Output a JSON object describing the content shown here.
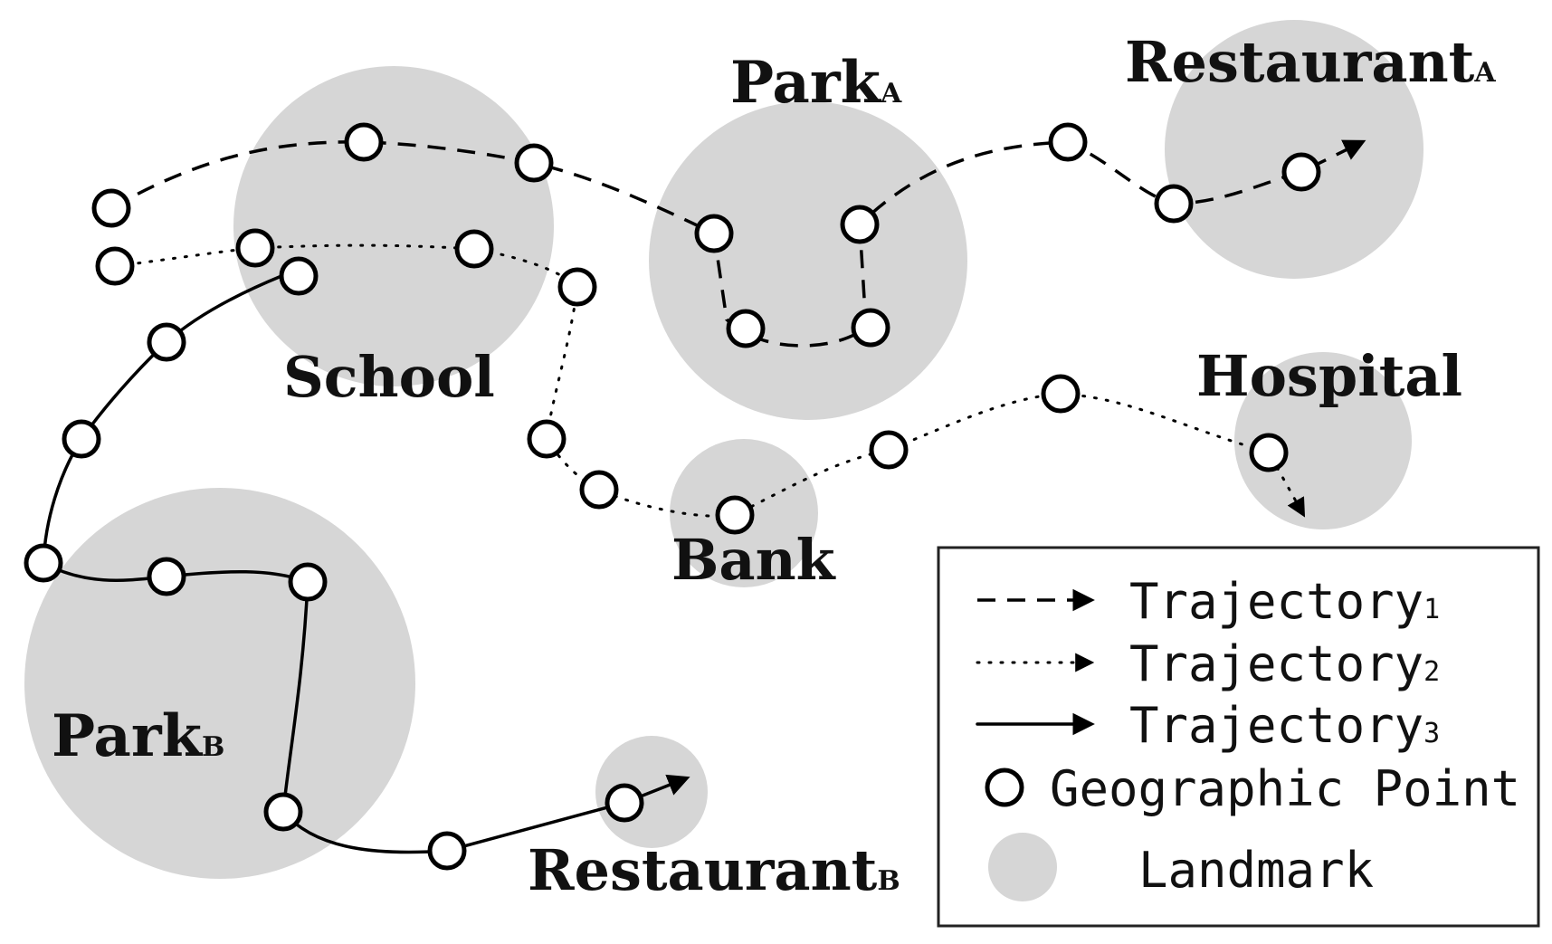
{
  "landmarks": [
    {
      "id": "school",
      "name": "School",
      "sub": ""
    },
    {
      "id": "park-a",
      "name": "Park",
      "sub": "A"
    },
    {
      "id": "restaurant-a",
      "name": "Restaurant",
      "sub": "A"
    },
    {
      "id": "hospital",
      "name": "Hospital",
      "sub": ""
    },
    {
      "id": "bank",
      "name": "Bank",
      "sub": ""
    },
    {
      "id": "park-b",
      "name": "Park",
      "sub": "B"
    },
    {
      "id": "restaurant-b",
      "name": "Restaurant",
      "sub": "B"
    }
  ],
  "legend": {
    "trajectory1": {
      "text": "Trajectory",
      "sub": "1"
    },
    "trajectory2": {
      "text": "Trajectory",
      "sub": "2"
    },
    "trajectory3": {
      "text": "Trajectory",
      "sub": "3"
    },
    "geographic_point": "Geographic Point",
    "landmark": "Landmark"
  },
  "colors": {
    "landmark_fill": "#d6d6d6",
    "stroke": "#000000",
    "background": "#ffffff"
  }
}
